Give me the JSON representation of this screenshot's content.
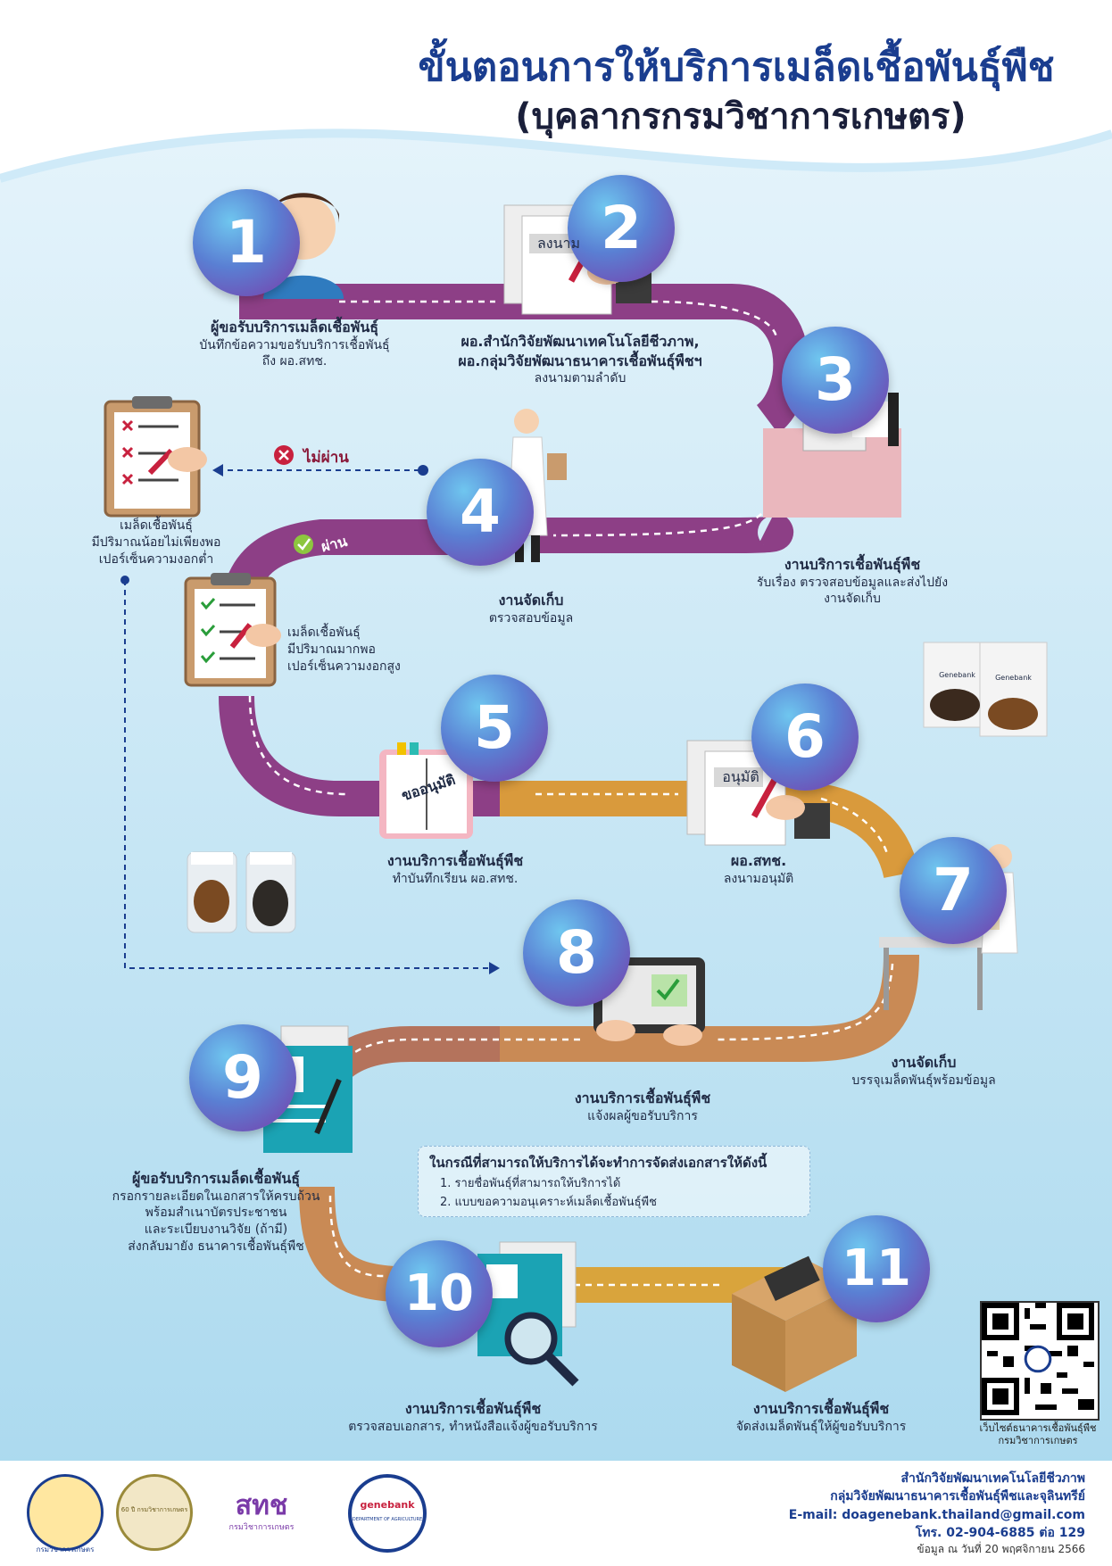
{
  "title": {
    "line1": "ขั้นตอนการให้บริการเมล็ดเชื้อพันธุ์พืช",
    "line2": "(บุคลากรกรมวิชาการเกษตร)"
  },
  "steps": [
    {
      "num": "1",
      "title": "ผู้ขอรับบริการเมล็ดเชื้อพันธุ์",
      "desc": "บันทึกข้อความขอรับบริการเชื้อพันธุ์",
      "desc2": "ถึง ผอ.สทช."
    },
    {
      "num": "2",
      "title": "ผอ.สำนักวิจัยพัฒนาเทคโนโลยีชีวภาพ,",
      "title2": "ผอ.กลุ่มวิจัยพัฒนาธนาคารเชื้อพันธุ์พืชฯ",
      "desc": "ลงนามตามลำดับ",
      "doc_label": "ลงนาม"
    },
    {
      "num": "3",
      "title": "งานบริการเชื้อพันธุ์พืช",
      "desc": "รับเรื่อง ตรวจสอบข้อมูลและส่งไปยัง",
      "desc2": "งานจัดเก็บ"
    },
    {
      "num": "4",
      "title": "งานจัดเก็บ",
      "desc": "ตรวจสอบข้อมูล"
    },
    {
      "num": "5",
      "title": "งานบริการเชื้อพันธุ์พืช",
      "desc": "ทำบันทึกเรียน ผอ.สทช.",
      "doc_label": "ขออนุมัติ"
    },
    {
      "num": "6",
      "title": "ผอ.สทช.",
      "desc": "ลงนามอนุมัติ",
      "doc_label": "อนุมัติ"
    },
    {
      "num": "7",
      "title": "งานจัดเก็บ",
      "desc": "บรรจุเมล็ดพันธุ์พร้อมข้อมูล"
    },
    {
      "num": "8",
      "title": "งานบริการเชื้อพันธุ์พืช",
      "desc": "แจ้งผลผู้ขอรับบริการ"
    },
    {
      "num": "9",
      "title": "ผู้ขอรับบริการเมล็ดเชื้อพันธุ์",
      "desc": "กรอกรายละเอียดในเอกสารให้ครบถ้วน",
      "desc2": "พร้อมสำเนาบัตรประชาชน",
      "desc3": "และระเบียบงานวิจัย (ถ้ามี)",
      "desc4": "ส่งกลับมายัง ธนาคารเชื้อพันธุ์พืช"
    },
    {
      "num": "10",
      "title": "งานบริการเชื้อพันธุ์พืช",
      "desc": "ตรวจสอบเอกสาร, ทำหนังสือแจ้งผู้ขอรับบริการ"
    },
    {
      "num": "11",
      "title": "งานบริการเชื้อพันธุ์พืช",
      "desc": "จัดส่งเมล็ดพันธุ์ให้ผู้ขอรับบริการ"
    }
  ],
  "branch": {
    "fail_label": "ไม่ผ่าน",
    "pass_label": "ผ่าน",
    "fail_title": "เมล็ดเชื้อพันธุ์",
    "fail_desc": "มีปริมาณน้อยไม่เพียงพอ",
    "fail_desc2": "เปอร์เซ็นความงอกต่ำ",
    "pass_title": "เมล็ดเชื้อพันธุ์",
    "pass_desc": "มีปริมาณมากพอ",
    "pass_desc2": "เปอร์เซ็นความงอกสูง"
  },
  "note": {
    "heading": "ในกรณีที่สามารถให้บริการได้จะทำการจัดส่งเอกสารให้ดังนี้",
    "items": [
      "1. รายชื่อพันธุ์ที่สามารถให้บริการได้",
      "2. แบบขอความอนุเคราะห์เมล็ดเชื้อพันธุ์พืช"
    ]
  },
  "packets": [
    "Genebank",
    "Genebank"
  ],
  "qr_caption": {
    "line1": "เว็บไซต์ธนาคารเชื้อพันธุ์พืช",
    "line2": "กรมวิชาการเกษตร"
  },
  "footer": {
    "org1": "สำนักวิจัยพัฒนาเทคโนโลยีชีวภาพ",
    "org2": "กลุ่มวิจัยพัฒนาธนาคารเชื้อพันธุ์พืชและจุลินทรีย์",
    "email": "E-mail: doagenebank.thailand@gmail.com",
    "phone": "โทร. 02-904-6885 ต่อ 129",
    "date": "ข้อมูล ณ วันที่ 20 พฤศจิกายน 2566",
    "logo_labels": [
      "กรมวิชาการเกษตร",
      "60 ปี กรมวิชาการเกษตร",
      "สทช",
      "กรมวิชาการเกษตร",
      "genebank",
      "DEPARTMENT OF AGRICULTURE"
    ]
  },
  "colors": {
    "purple": "#8d3f86",
    "orange": "#d99a3c",
    "brown": "#b4735c",
    "title_blue": "#1a3d8f"
  }
}
